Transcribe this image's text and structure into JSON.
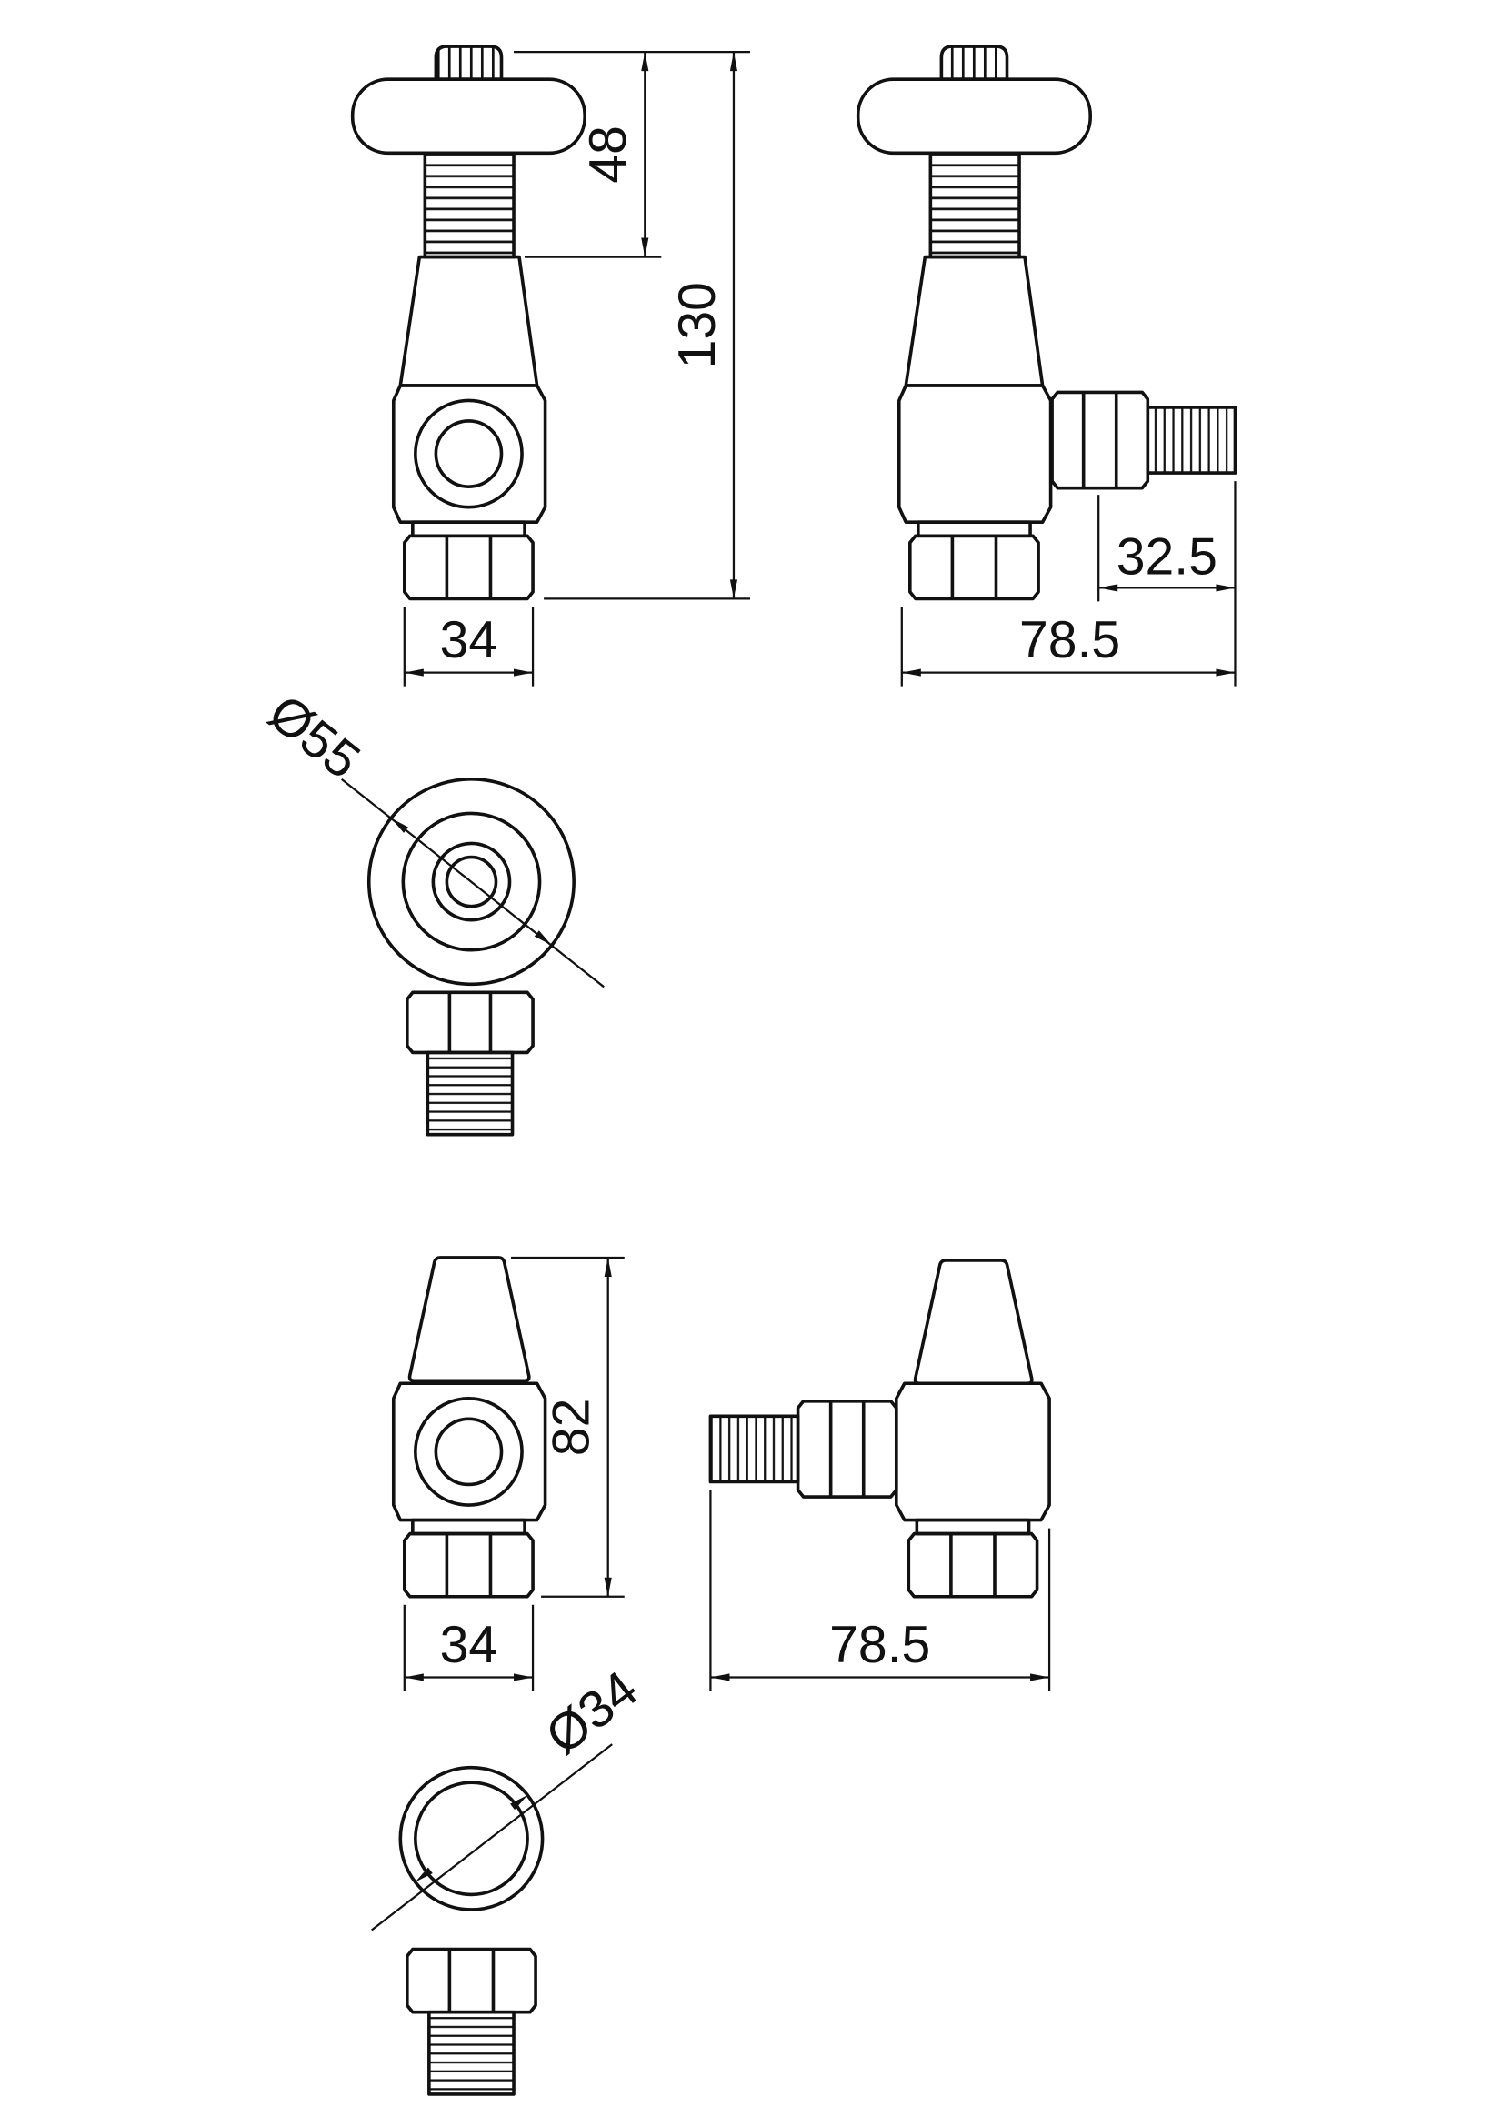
{
  "page": {
    "background": "#ffffff",
    "line_color": "#111111",
    "content": "radiator-valve-technical-drawing"
  },
  "drawing": {
    "units": "mm",
    "dimensions": {
      "head_height": "48",
      "total_height": "130",
      "body_width": "34",
      "tail_length": "32.5",
      "depth": "78.5",
      "handwheel_diameter": "Ø55",
      "lockshield_height": "82",
      "lockshield_body_width": "34",
      "lockshield_depth": "78.5",
      "lockshield_cap_diameter": "Ø34"
    }
  }
}
